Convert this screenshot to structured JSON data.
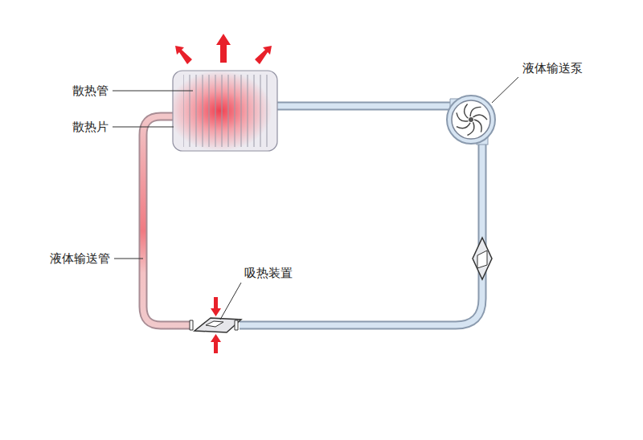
{
  "diagram": {
    "labels": [
      "散热管",
      "散热片",
      "液体输送泵",
      "液体输送管",
      "吸热装置"
    ]
  }
}
